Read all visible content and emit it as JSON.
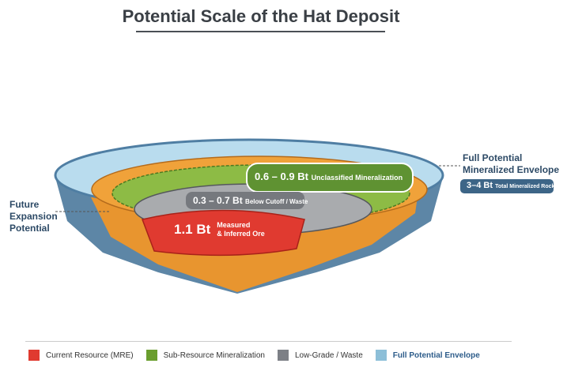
{
  "title": "Potential Scale of the Hat Deposit",
  "layers": {
    "red": {
      "value": "1.1 Bt",
      "desc1": "Measured",
      "desc2": "& Inferred Ore"
    },
    "gray": {
      "value": "0.3 – 0.7 Bt",
      "desc": "Below Cutoff / Waste"
    },
    "green": {
      "value": "0.6 – 0.9 Bt",
      "desc": "Unclassified Mineralization"
    },
    "envelope": {
      "line1": "Full Potential",
      "line2": "Mineralized Envelope",
      "value": "3–4 Bt",
      "desc": "Total Mineralized Rock"
    }
  },
  "left_label": {
    "line1": "Future",
    "line2": "Expansion",
    "line3": "Potential"
  },
  "legend": [
    {
      "label": "Current Resource (MRE)",
      "color": "#e03a30"
    },
    {
      "label": "Sub-Resource Mineralization",
      "color": "#6a9e2e"
    },
    {
      "label": "Low-Grade / Waste",
      "color": "#7d8086"
    },
    {
      "label": "Full Potential Envelope",
      "color": "#8dbfd8"
    }
  ]
}
